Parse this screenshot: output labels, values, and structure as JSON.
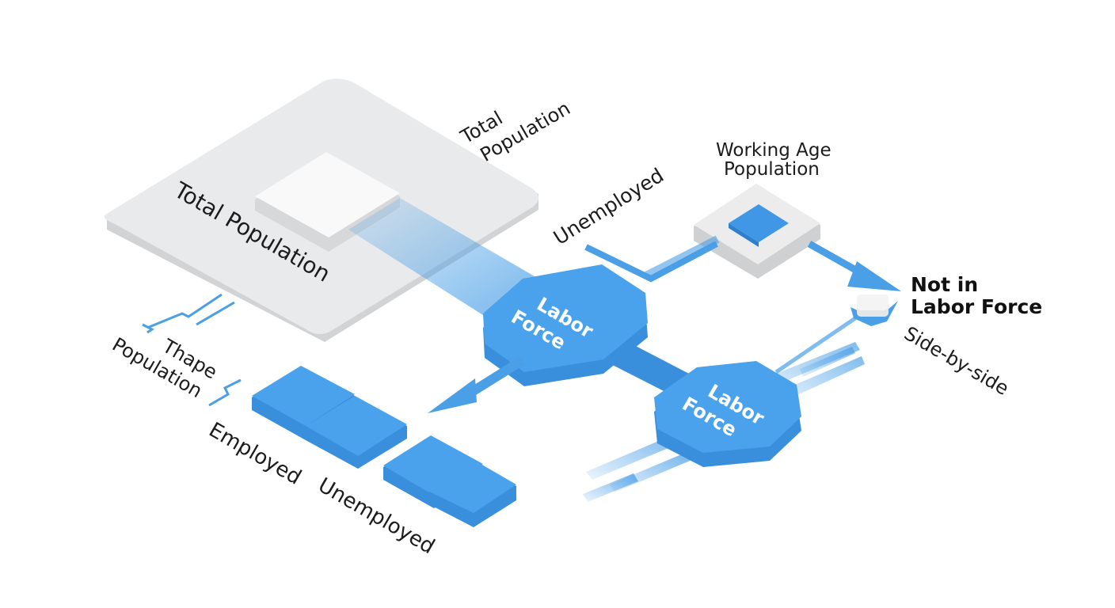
{
  "colors": {
    "blue_top": "#4aa2ec",
    "blue_side": "#3a8fdc",
    "blue_line": "#4a9fe6",
    "gray_top": "#eaebec",
    "gray_side": "#d2d3d5",
    "white_tile": "#f8f8f8",
    "text": "#1c1c1c"
  },
  "labels": {
    "total_population_top": "Total Population",
    "total_population_platform": "Total Population",
    "working_age_population": "Working Age Population",
    "unemployed_upper": "Unemployed",
    "labor_force_1": "Labor Force",
    "labor_force_2": "Labor Force",
    "not_in_labor_force": "Not in Labor Force",
    "side_by_side": "Side-by-side",
    "thape_population": "Thape Population",
    "employed": "Employed",
    "unemployed_lower": "Unemployed"
  },
  "icons": [
    "flow-arrow-icon",
    "platform-icon",
    "octagon-node-icon"
  ]
}
